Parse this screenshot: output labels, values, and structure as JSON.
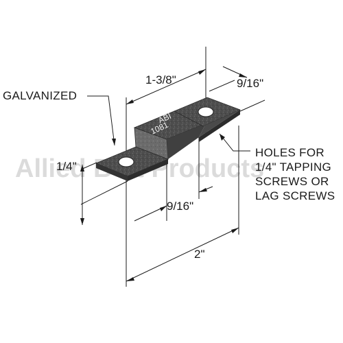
{
  "watermark": "Allied Bolt Products",
  "callouts": {
    "material": "GALVANIZED",
    "holes": [
      "HOLES FOR",
      "1/4\" TAPPING",
      "SCREWS OR",
      "LAG SCREWS"
    ]
  },
  "part_stamp": [
    "ABI",
    "1081"
  ],
  "dimensions": {
    "overall_length": "2\"",
    "center_span": "1-3/8\"",
    "tab_width": "9/16\"",
    "tab_length": "9/16\"",
    "thickness": "1/4\""
  },
  "colors": {
    "metal_dark": "#3a3a3a",
    "metal_mid": "#575757",
    "metal_light": "#767676",
    "line": "#1a1a1a"
  }
}
